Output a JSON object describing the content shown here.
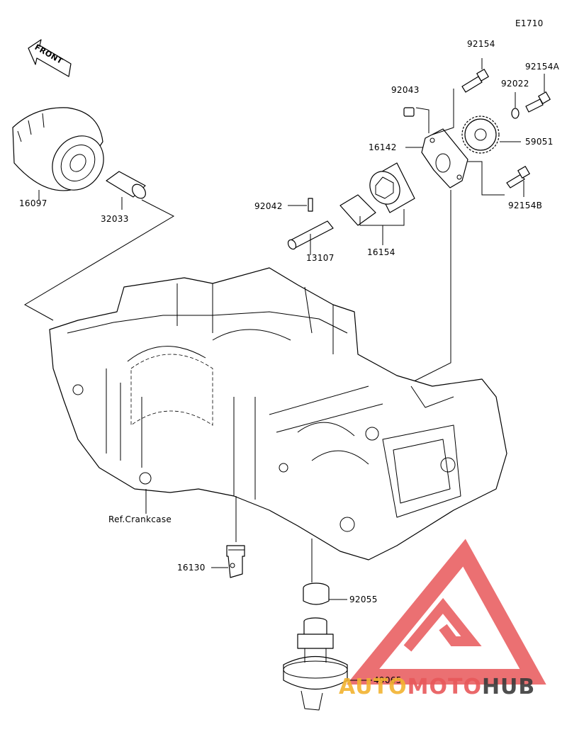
{
  "diagram_code": "E1710",
  "front_label": "FRONT",
  "labels": {
    "p92154": "92154",
    "p92154A": "92154A",
    "p92022": "92022",
    "p92043": "92043",
    "p59051": "59051",
    "p16142": "16142",
    "p92154B": "92154B",
    "p16097": "16097",
    "p32033": "32033",
    "p92042": "92042",
    "p13107": "13107",
    "p16154": "16154",
    "p16130": "16130",
    "p92055": "92055",
    "p49065": "49065",
    "ref_crankcase": "Ref.Crankcase"
  },
  "watermark": {
    "text_part1": "AUTO",
    "text_part2": "MOTO",
    "text_part3": "HUB",
    "color_red": "#e8585a",
    "color_orange": "#f2b330",
    "color_dark": "#3b3b3b"
  }
}
